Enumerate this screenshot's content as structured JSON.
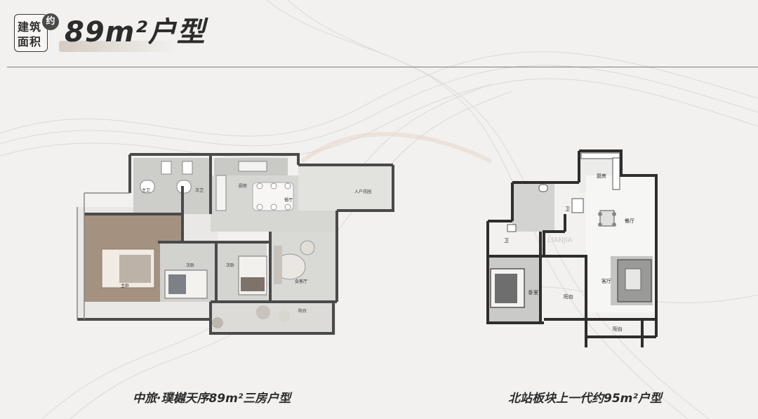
{
  "header": {
    "badge_line1": "建筑",
    "badge_line2": "面积",
    "badge_prefix": "约",
    "title": "89m²户型"
  },
  "plan_left": {
    "caption": "中旅·璞樾天序89m²三房户型",
    "rooms": {
      "master_bath": "主卫",
      "secondary_bath": "次卫",
      "kitchen": "厨房",
      "dining": "餐厅",
      "entrance": "入户花园",
      "master_bedroom": "主卧",
      "bedroom2": "次卧",
      "bedroom3": "次卧",
      "living": "会客厅",
      "balcony": "阳台"
    }
  },
  "plan_right": {
    "caption": "北站板块上一代约95m²户型",
    "rooms": {
      "kitchen": "厨房",
      "dining": "餐厅",
      "bath_small": "卫",
      "bath": "卫",
      "bedroom": "卧室",
      "balcony_mid": "阳台",
      "living": "客厅",
      "balcony_bottom": "阳台"
    },
    "watermark": "LIANJIA"
  },
  "colors": {
    "background": "#f2f1ef",
    "text": "#2c2c2c",
    "wall_left": "#4a4a4a",
    "wall_right": "#2e2e2e",
    "wood_floor": "#a4917f",
    "tile_floor": "#cfcfcc"
  }
}
